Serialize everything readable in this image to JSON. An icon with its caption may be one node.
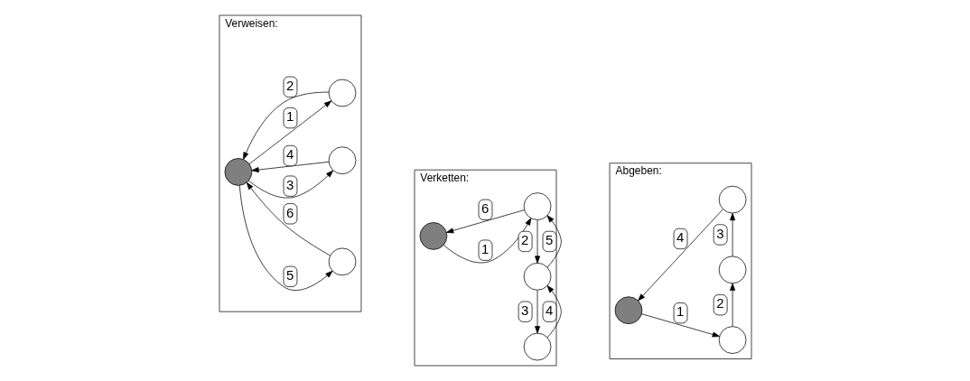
{
  "diagram": {
    "nodes": [
      {
        "text": [
          "Verweisen:"
        ]
      },
      {
        "text": [],
        "shape": "circle",
        "in": 0
      },
      {
        "text": [],
        "shape": "circle",
        "in": 0
      },
      {
        "text": [],
        "shape": "circle",
        "in": 0
      },
      {
        "text": [],
        "shape": "circle",
        "in": 0
      },
      {
        "text": [
          "Verketten:"
        ]
      },
      {
        "text": [],
        "shape": "circle",
        "in": 5
      },
      {
        "text": [],
        "shape": "circle",
        "in": 5
      },
      {
        "text": [],
        "shape": "circle",
        "in": 5
      },
      {
        "text": [],
        "shape": "circle",
        "in": 5
      },
      {
        "text": [
          "Abgeben:"
        ]
      },
      {
        "text": [],
        "shape": "circle",
        "in": 10
      },
      {
        "text": [],
        "shape": "circle",
        "in": 10
      },
      {
        "text": [],
        "shape": "circle",
        "in": 10
      },
      {
        "text": [],
        "shape": "circle",
        "in": 10
      }
    ],
    "edges": [
      {
        "from": 1,
        "to": 2,
        "arrow": "to",
        "label": "1"
      },
      {
        "from": 2,
        "to": 1,
        "arrow": "to",
        "label": "2"
      },
      {
        "from": 1,
        "to": 3,
        "arrow": "to",
        "label": "3"
      },
      {
        "from": 3,
        "to": 1,
        "arrow": "to",
        "label": "4"
      },
      {
        "from": 1,
        "to": 4,
        "arrow": "to",
        "label": "5"
      },
      {
        "from": 4,
        "to": 1,
        "arrow": "to",
        "label": "6"
      },
      {
        "from": 6,
        "to": 7,
        "arrow": "to",
        "label": "1"
      },
      {
        "from": 7,
        "to": 8,
        "arrow": "to",
        "label": "2"
      },
      {
        "from": 8,
        "to": 9,
        "arrow": "to",
        "label": "3"
      },
      {
        "from": 9,
        "to": 8,
        "arrow": "to",
        "label": "4"
      },
      {
        "from": 8,
        "to": 7,
        "arrow": "to",
        "label": "5"
      },
      {
        "from": 7,
        "to": 6,
        "arrow": "to",
        "label": "6"
      },
      {
        "from": 11,
        "to": 12,
        "arrow": "to",
        "label": "1"
      },
      {
        "from": 12,
        "to": 13,
        "arrow": "to",
        "label": "2"
      },
      {
        "from": 13,
        "to": 14,
        "arrow": "to",
        "label": "3"
      },
      {
        "from": 14,
        "to": 11,
        "arrow": "to",
        "label": "4"
      }
    ]
  }
}
